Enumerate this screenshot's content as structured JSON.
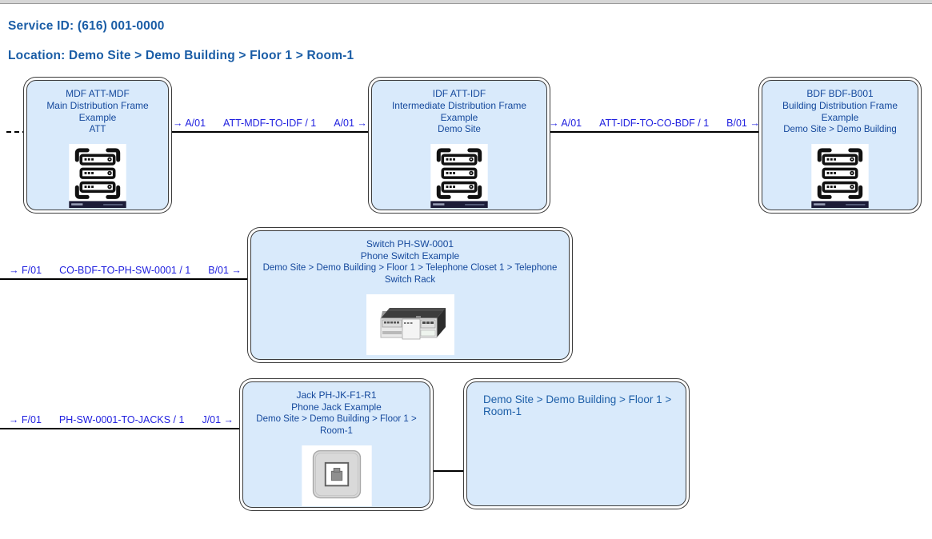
{
  "header": {
    "service_id": "Service ID: (616) 001-0000",
    "location": "Location: Demo Site > Demo Building > Floor 1 > Room-1"
  },
  "colors": {
    "header_text": "#1a5da6",
    "node_text": "#14489c",
    "node_fill": "#d9eafb",
    "node_border": "#3b3b3b",
    "connection_label": "#1f1fdf",
    "wire": "#000000"
  },
  "nodes": [
    {
      "id": "mdf",
      "title": "MDF ATT-MDF",
      "desc": "Main Distribution Frame Example",
      "path": "ATT",
      "icon": "rack-icon"
    },
    {
      "id": "idf",
      "title": "IDF ATT-IDF",
      "desc": "Intermediate Distribution Frame Example",
      "path": "Demo Site",
      "icon": "rack-icon"
    },
    {
      "id": "bdf",
      "title": "BDF BDF-B001",
      "desc": "Building Distribution Frame Example",
      "path": "Demo Site > Demo Building",
      "icon": "rack-icon"
    },
    {
      "id": "switch",
      "title": "Switch PH-SW-0001",
      "desc": "Phone Switch Example",
      "path": "Demo Site > Demo Building > Floor 1 > Telephone Closet 1 > Telephone Switch Rack",
      "icon": "switch-icon"
    },
    {
      "id": "jack",
      "title": "Jack PH-JK-F1-R1",
      "desc": "Phone Jack Example",
      "path": "Demo Site > Demo Building > Floor 1 > Room-1",
      "icon": "jack-icon"
    },
    {
      "id": "room",
      "path": "Demo Site > Demo Building > Floor 1 > Room-1"
    }
  ],
  "connections": [
    {
      "out_port": "→ A/01",
      "cable": "ATT-MDF-TO-IDF / 1",
      "in_port": "A/01 →"
    },
    {
      "out_port": "→ A/01",
      "cable": "ATT-IDF-TO-CO-BDF / 1",
      "in_port": "B/01 →"
    },
    {
      "out_port": "→ F/01",
      "cable": "CO-BDF-TO-PH-SW-0001 / 1",
      "in_port": "B/01 →"
    },
    {
      "out_port": "→ F/01",
      "cable": "PH-SW-0001-TO-JACKS / 1",
      "in_port": "J/01 →"
    }
  ]
}
